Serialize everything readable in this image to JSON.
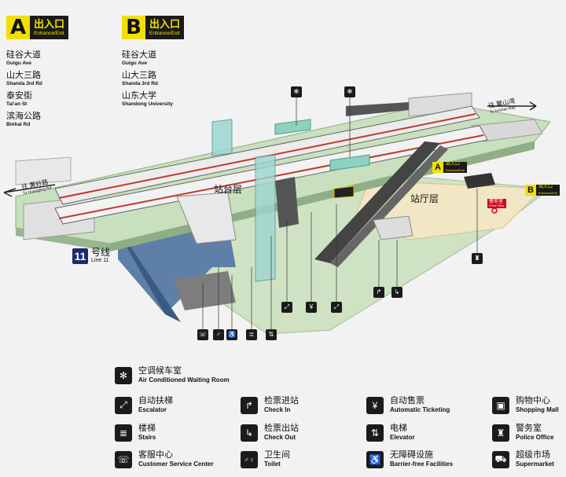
{
  "exits": [
    {
      "letter": "A",
      "cn": "出入口",
      "en": "Entrance/Exit",
      "stops": [
        {
          "cn": "硅谷大道",
          "en": "Guigu Ave"
        },
        {
          "cn": "山大三路",
          "en": "Shanda 3rd Rd"
        },
        {
          "cn": "泰安街",
          "en": "Tai'an St"
        },
        {
          "cn": "滨海公路",
          "en": "Binhai Rd"
        }
      ]
    },
    {
      "letter": "B",
      "cn": "出入口",
      "en": "Entrance/Exit",
      "stops": [
        {
          "cn": "硅谷大道",
          "en": "Guigu Ave"
        },
        {
          "cn": "山大三路",
          "en": "Shanda 3rd Rd"
        },
        {
          "cn": "山东大学",
          "en": "Shandong University"
        }
      ]
    }
  ],
  "diagram": {
    "platform_label": "站台层",
    "concourse_label": "站厅层",
    "dir_left_cn": "往 黄岭路",
    "dir_left_en": "To Huangling Rd",
    "dir_right_cn": "往 鳌山湾",
    "dir_right_en": "To Aoshan Bay",
    "exit_a_cn": "出入口",
    "exit_a_en": "Entrance/Exit",
    "exit_b_cn": "出入口",
    "exit_b_en": "Entrance/Exit",
    "shop_cn": "警务室",
    "shop_en": "Police Office",
    "line_num": "11",
    "line_cn": "号线",
    "line_en": "Line 11"
  },
  "legend": [
    {
      "icon": "snowflake-icon",
      "glyph": "✻",
      "cn": "空调候车室",
      "en": "Air Conditioned Waiting Room"
    },
    {
      "icon": "escalator-icon",
      "glyph": "⤢",
      "cn": "自动扶梯",
      "en": "Escalator"
    },
    {
      "icon": "check-in-icon",
      "glyph": "↱",
      "cn": "检票进站",
      "en": "Check In"
    },
    {
      "icon": "ticket-icon",
      "glyph": "¥",
      "cn": "自动售票",
      "en": "Automatic Ticketing"
    },
    {
      "icon": "shopping-icon",
      "glyph": "▣",
      "cn": "购物中心",
      "en": "Shopping Mall"
    },
    {
      "icon": "stairs-icon",
      "glyph": "≣",
      "cn": "楼梯",
      "en": "Stairs"
    },
    {
      "icon": "check-out-icon",
      "glyph": "↳",
      "cn": "检票出站",
      "en": "Check Out"
    },
    {
      "icon": "elevator-icon",
      "glyph": "⇅",
      "cn": "电梯",
      "en": "Elevator"
    },
    {
      "icon": "police-icon",
      "glyph": "♜",
      "cn": "警务室",
      "en": "Police Office"
    },
    {
      "icon": "customer-service-icon",
      "glyph": "☏",
      "cn": "客服中心",
      "en": "Customer Service Center"
    },
    {
      "icon": "toilet-icon",
      "glyph": "♂♀",
      "cn": "卫生间",
      "en": "Toilet"
    },
    {
      "icon": "accessible-icon",
      "glyph": "♿",
      "cn": "无障碍设施",
      "en": "Barrier-free Facilities"
    },
    {
      "icon": "supermarket-icon",
      "glyph": "⛟",
      "cn": "超级市场",
      "en": "Supermarket"
    }
  ]
}
